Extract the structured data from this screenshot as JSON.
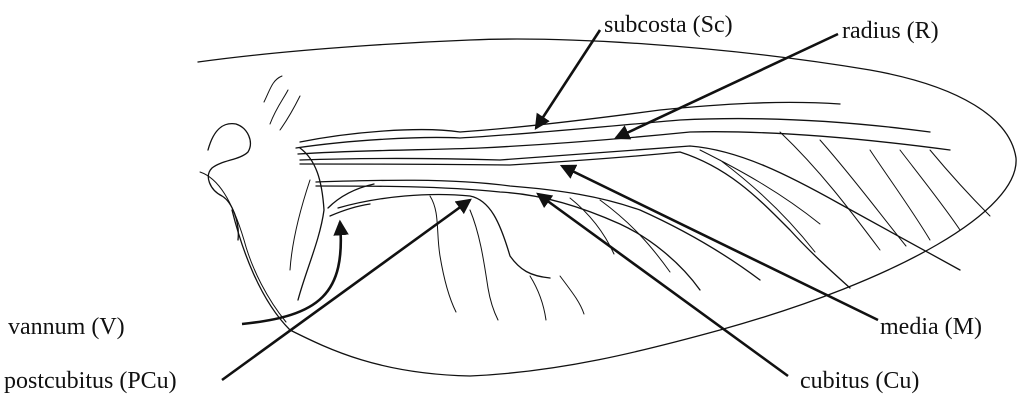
{
  "labels": {
    "subcosta": "subcosta (Sc)",
    "radius": "radius (R)",
    "vannum": "vannum (V)",
    "media": "media (M)",
    "postcubitus": "postcubitus (PCu)",
    "cubitus": "cubitus (Cu)"
  },
  "colors": {
    "ink": "#111111",
    "background": "#ffffff"
  }
}
